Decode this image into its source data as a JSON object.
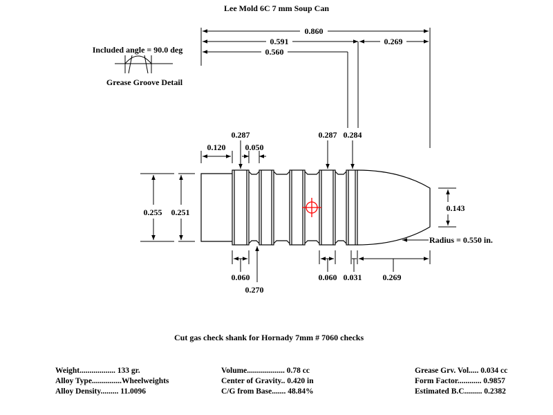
{
  "title": "Lee Mold 6C   7 mm Soup Can",
  "groove_detail": {
    "angle_label": "Included angle = 90.0 deg",
    "caption": "Grease Groove Detail"
  },
  "dimensions": {
    "overall_length": "0.860",
    "to_front_band": "0.591",
    "to_rear_front_band": "0.560",
    "nose_length_top": "0.269",
    "shank_length": "0.120",
    "rear_band_dia": "0.287",
    "groove_width": "0.050",
    "front_band_dia": "0.287",
    "nose_base_dia": "0.284",
    "body_dia": "0.255",
    "shank_dia": "0.251",
    "meplat_dia": "0.143",
    "ogive_radius": "Radius = 0.550 in.",
    "band_width_rear": "0.060",
    "groove_dia": "0.270",
    "band_width_front": "0.060",
    "front_band_small": "0.031",
    "nose_length_bottom": "0.269"
  },
  "note": "Cut gas check shank for Hornady 7mm # 7060 checks",
  "stats": {
    "left": [
      "Weight.................. 133 gr.",
      "Alloy Type...............Wheelweights",
      "Alloy Density......... 11.0096"
    ],
    "middle": [
      "Volume................... 0.78 cc",
      "Center of Gravity.. 0.420 in",
      "C/G from Base....... 48.84%"
    ],
    "right": [
      "Grease Grv. Vol..... 0.034 cc",
      "Form Factor............ 0.9857",
      "Estimated B.C......... 0.2382"
    ]
  },
  "colors": {
    "cg_marker": "#ff0000",
    "lines": "#000000"
  }
}
